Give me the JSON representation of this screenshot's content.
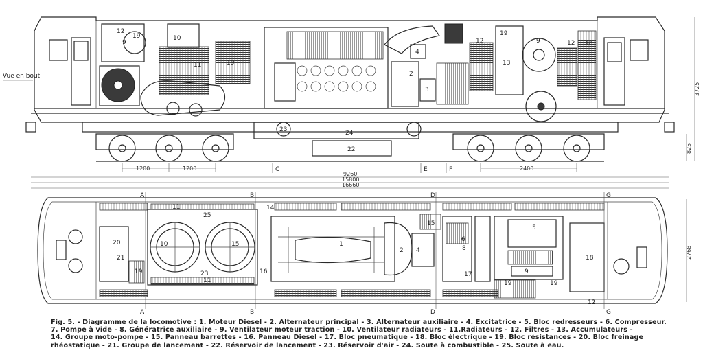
{
  "view_label": "Vue en bout",
  "dimensions": {
    "bogie_spacing_1": "1200",
    "bogie_spacing_2": "1200",
    "bogie_spacing_right": "2400",
    "length_pivots": "9260",
    "length_body": "15800",
    "length_overall": "16660",
    "height_total": "3725",
    "height_buffer": "825",
    "width_total": "2768"
  },
  "section_markers": {
    "side": [
      "C",
      "E",
      "F"
    ],
    "plan_top": [
      "A",
      "B",
      "D",
      "G"
    ],
    "plan_bottom": [
      "A",
      "B",
      "D",
      "G"
    ]
  },
  "callouts_side": [
    "12",
    "19",
    "9",
    "10",
    "11",
    "19",
    "4",
    "2",
    "3",
    "12",
    "19",
    "9",
    "12",
    "18",
    "13",
    "23",
    "24",
    "22"
  ],
  "callouts_plan": [
    "11",
    "25",
    "10",
    "15",
    "20",
    "21",
    "19",
    "23",
    "11",
    "16",
    "14",
    "1",
    "2",
    "4",
    "15",
    "6",
    "8",
    "17",
    "5",
    "9",
    "19",
    "19",
    "18",
    "12"
  ],
  "caption": {
    "line1": "Fig. 5. - Diagramme de la locomotive : 1. Moteur Diesel - 2. Alternateur principal - 3. Alternateur auxiliaire -  4. Excitatrice - 5. Bloc redresseurs - 6. Compresseur.",
    "line2": "7. Pompe à vide - 8. Génératrice auxiliaire - 9. Ventilateur moteur traction - 10. Ventilateur radiateurs - 11.Radiateurs - 12. Filtres - 13. Accumulateurs -",
    "line3": "14. Groupe moto-pompe - 15. Panneau barrettes - 16. Panneau Diesel - 17. Bloc pneumatique - 18. Bloc électrique - 19. Bloc résistances - 20. Bloc freinage",
    "line4": "rhéostatique - 21. Groupe de lancement - 22. Réservoir de lancement - 23. Réservoir d'air - 24. Soute à  combustible - 25. Soute à eau."
  }
}
